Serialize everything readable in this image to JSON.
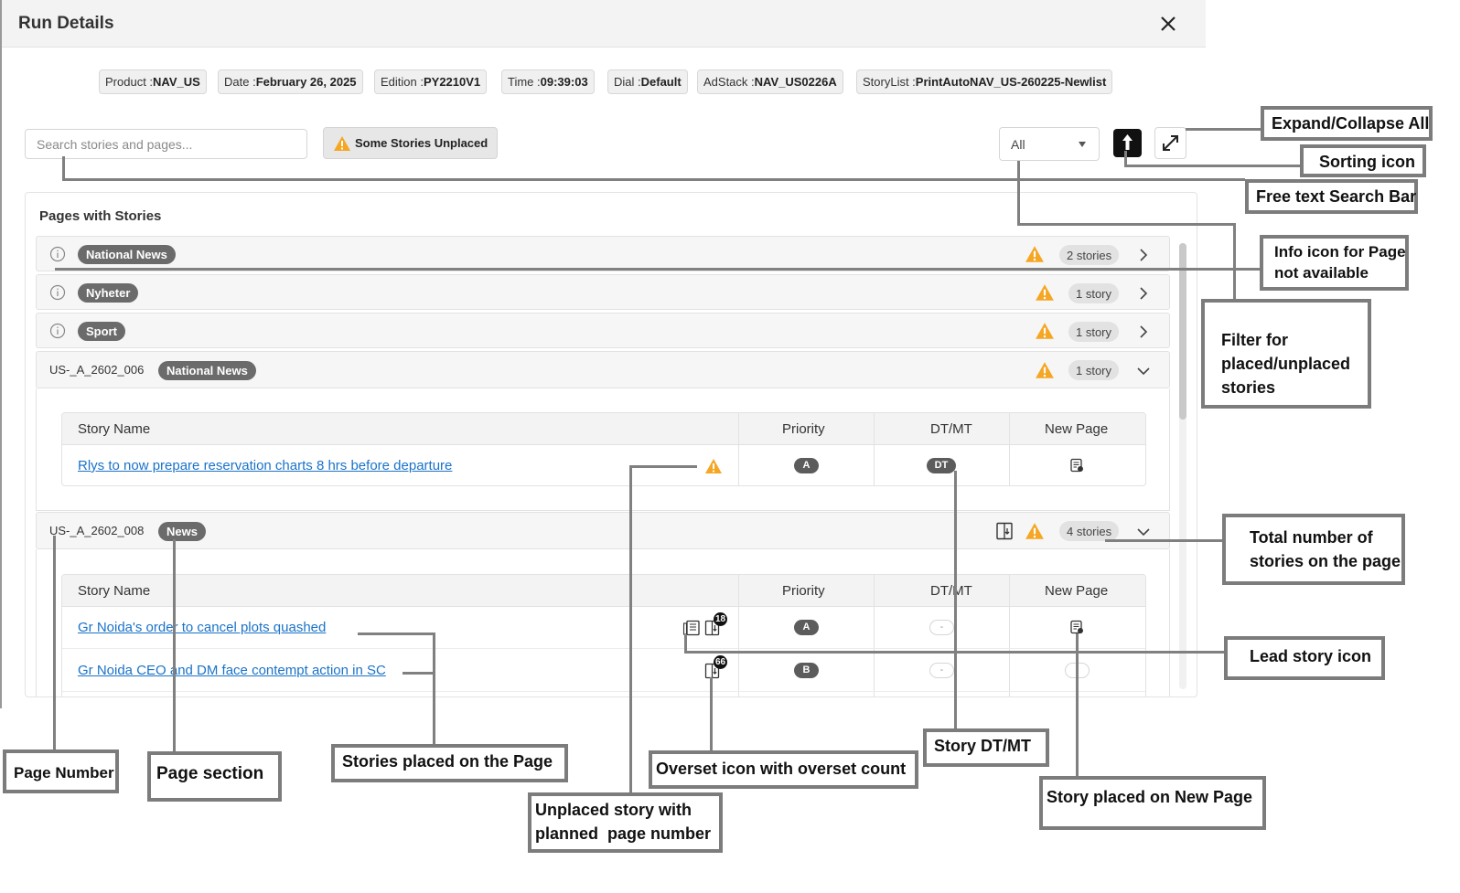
{
  "modal": {
    "title": "Run Details"
  },
  "meta": [
    {
      "label": "Product :",
      "value": "NAV_US"
    },
    {
      "label": "Date :",
      "value": "February 26, 2025"
    },
    {
      "label": "Edition :",
      "value": "PY2210V1"
    },
    {
      "label": "Time :",
      "value": "09:39:03"
    },
    {
      "label": "Dial :",
      "value": "Default"
    },
    {
      "label": "AdStack :",
      "value": "NAV_US0226A"
    },
    {
      "label": "StoryList :",
      "value": "PrintAutoNAV_US-260225-Newlist"
    }
  ],
  "search": {
    "placeholder": "Search stories and pages..."
  },
  "status_pill": "Some Stories Unplaced",
  "filter": {
    "value": "All"
  },
  "card": {
    "title": "Pages with Stories"
  },
  "rows": [
    {
      "section": "National News",
      "count": "2 stories"
    },
    {
      "section": "Nyheter",
      "count": "1 story"
    },
    {
      "section": "Sport",
      "count": "1 story"
    },
    {
      "page": "US-_A_2602_006",
      "section": "National News",
      "count": "1 story"
    },
    {
      "page": "US-_A_2602_008",
      "section": "News",
      "count": "4 stories"
    }
  ],
  "table_headers": [
    "Story Name",
    "Priority",
    "DT/MT",
    "New Page"
  ],
  "page006_stories": [
    {
      "name": "Rlys to now prepare reservation charts 8 hrs before departure",
      "priority": "A",
      "dtmt": "DT"
    }
  ],
  "page008_stories": [
    {
      "name": "Gr Noida's order to cancel plots quashed",
      "priority": "A",
      "dtmt": "-",
      "overset": "18"
    },
    {
      "name": "Gr Noida CEO and DM face contempt action in SC",
      "priority": "B",
      "dtmt": "-",
      "newpage": "-",
      "overset": "66"
    }
  ],
  "annotations": {
    "expand": "Expand/Collapse All",
    "sorting": "Sorting icon",
    "search": "Free text Search Bar",
    "info1": "Info icon for Page",
    "info2": "not available",
    "filter1": "Filter for",
    "filter2": "placed/unplaced",
    "filter3": "stories",
    "total1": "Total number of",
    "total2": "stories on the page",
    "lead": "Lead story icon",
    "page_number": "Page Number",
    "page_section": "Page section",
    "stories_placed": "Stories placed on the Page",
    "overset": "Overset icon with overset count",
    "dtmt": "Story DT/MT",
    "newpage": "Story placed on New Page",
    "unplaced1": "Unplaced story with",
    "unplaced2": "planned  page number"
  },
  "colors": {
    "link": "#1a73c8",
    "warning": "#f5a623",
    "badge": "#6b6b6b",
    "annotation": "#7c7c7c"
  }
}
